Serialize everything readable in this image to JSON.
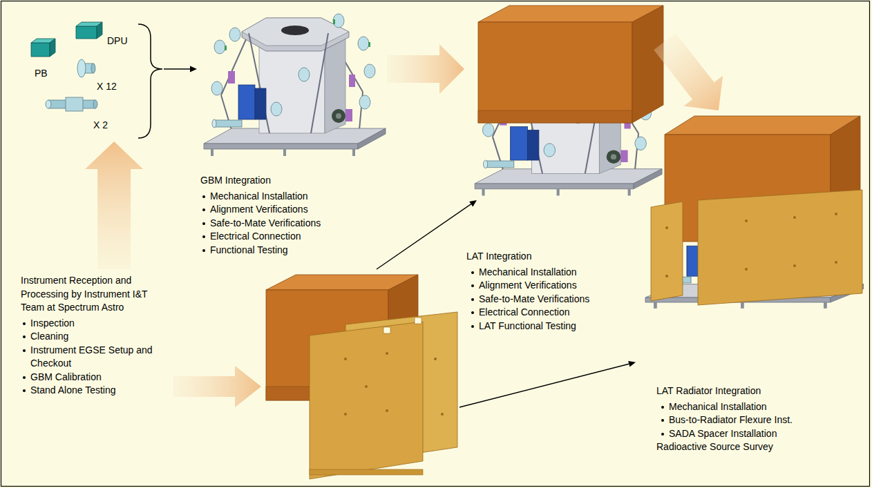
{
  "diagram": {
    "nodes": [
      {
        "text": [
          "DPU",
          "PB",
          "X 12",
          "X 2"
        ]
      },
      {
        "text": [
          "GBM Integration",
          "Mechanical Installation",
          "Alignment Verifications",
          "Safe-to-Mate Verifications",
          "Electrical Connection",
          "Functional Testing"
        ]
      },
      {
        "text": [
          "LAT Integration",
          "Mechanical Installation",
          "Alignment Verifications",
          "Safe-to-Mate Verifications",
          "Electrical Connection",
          "LAT Functional Testing"
        ]
      },
      {
        "text": [
          "Instrument Reception and Processing by Instrument I&T Team at Spectrum Astro",
          "Inspection",
          "Cleaning",
          "Instrument EGSE Setup and Checkout",
          "GBM Calibration",
          "Stand Alone Testing"
        ]
      },
      {
        "text": [
          "LAT Radiator Integration",
          "Mechanical Installation",
          "Bus-to-Radiator Flexure Inst.",
          "SADA Spacer Installation",
          "Radioactive Source Survey"
        ]
      }
    ],
    "edges": [
      {
        "from": 0,
        "to": 1,
        "arrow": "to"
      },
      {
        "from": 1,
        "to": 2,
        "arrow": "to"
      },
      {
        "from": 2,
        "to": 4,
        "arrow": "to"
      },
      {
        "from": 3,
        "to": 0,
        "arrow": "to"
      },
      {
        "from": 3,
        "to": 2,
        "arrow": "to"
      },
      {
        "from": 3,
        "to": 4,
        "arrow": "to"
      }
    ]
  }
}
